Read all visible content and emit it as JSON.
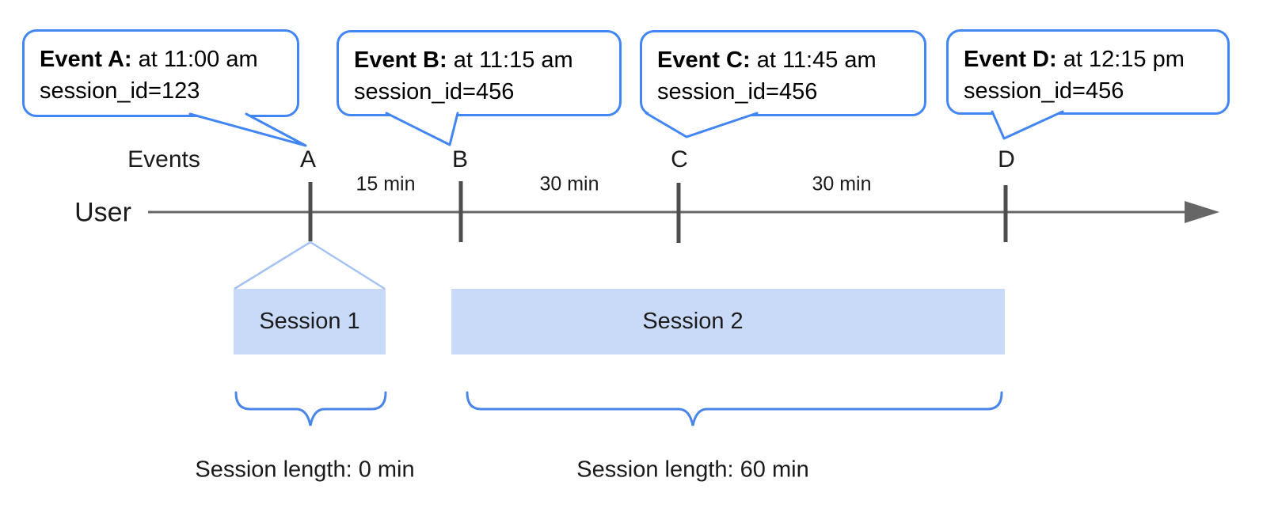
{
  "callouts": [
    {
      "title": "Event A:",
      "time": " at 11:00 am",
      "session": "session_id=123",
      "event": "A"
    },
    {
      "title": "Event B:",
      "time": " at 11:15 am",
      "session": "session_id=456",
      "event": "B"
    },
    {
      "title": "Event C:",
      "time": " at 11:45 am",
      "session": "session_id=456",
      "event": "C"
    },
    {
      "title": "Event D:",
      "time": " at 12:15 pm",
      "session": "session_id=456",
      "event": "D"
    }
  ],
  "timeline": {
    "events_label": "Events",
    "user_label": "User",
    "marks": [
      "A",
      "B",
      "C",
      "D"
    ],
    "gaps": [
      "15 min",
      "30 min",
      "30 min"
    ]
  },
  "sessions": [
    {
      "name": "Session 1",
      "length": "Session length: 0 min"
    },
    {
      "name": "Session 2",
      "length": "Session length: 60 min"
    }
  ],
  "colors": {
    "callout_border": "#4285f4",
    "session_fill": "#c9daf8",
    "brace": "#4a86e8",
    "axis": "#666666",
    "tick": "#4d4d4d",
    "connector": "#a4c2f4"
  }
}
